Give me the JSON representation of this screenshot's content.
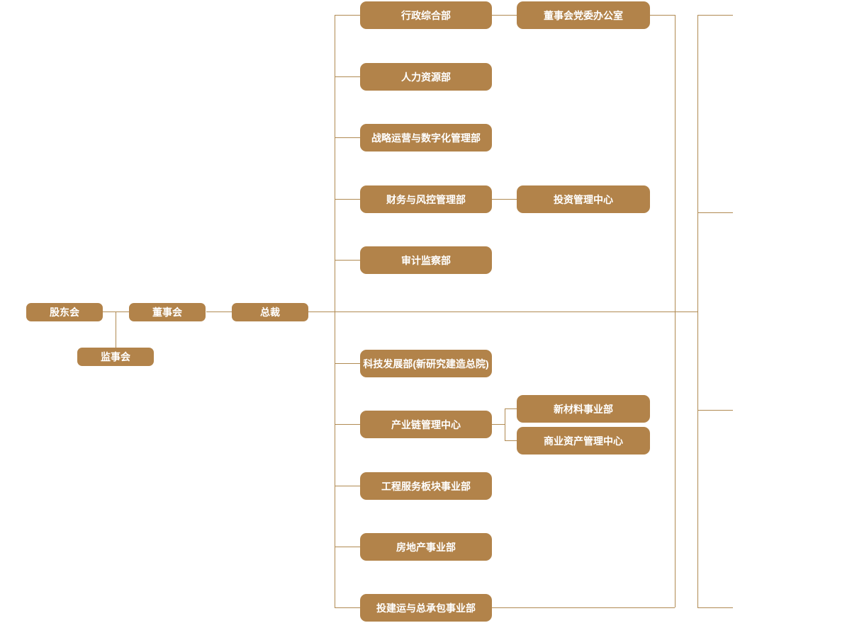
{
  "colors": {
    "box": "#b2834a",
    "line": "#b08a52",
    "text": "#ffffff"
  },
  "governance": {
    "shareholders": "股东会",
    "board_of_directors": "董事会",
    "president": "总裁",
    "supervisory_board": "监事会"
  },
  "departments": [
    "行政综合部",
    "人力资源部",
    "战略运营与数字化管理部",
    "财务与风控管理部",
    "审计监察部",
    "科技发展部(新研究建造总院)",
    "产业链管理中心",
    "工程服务板块事业部",
    "房地产事业部",
    "投建运与总承包事业部"
  ],
  "sub_departments": {
    "board_party_office": "董事会党委办公室",
    "investment_center": "投资管理中心",
    "new_materials": "新材料事业部",
    "commercial_assets": "商业资产管理中心"
  }
}
